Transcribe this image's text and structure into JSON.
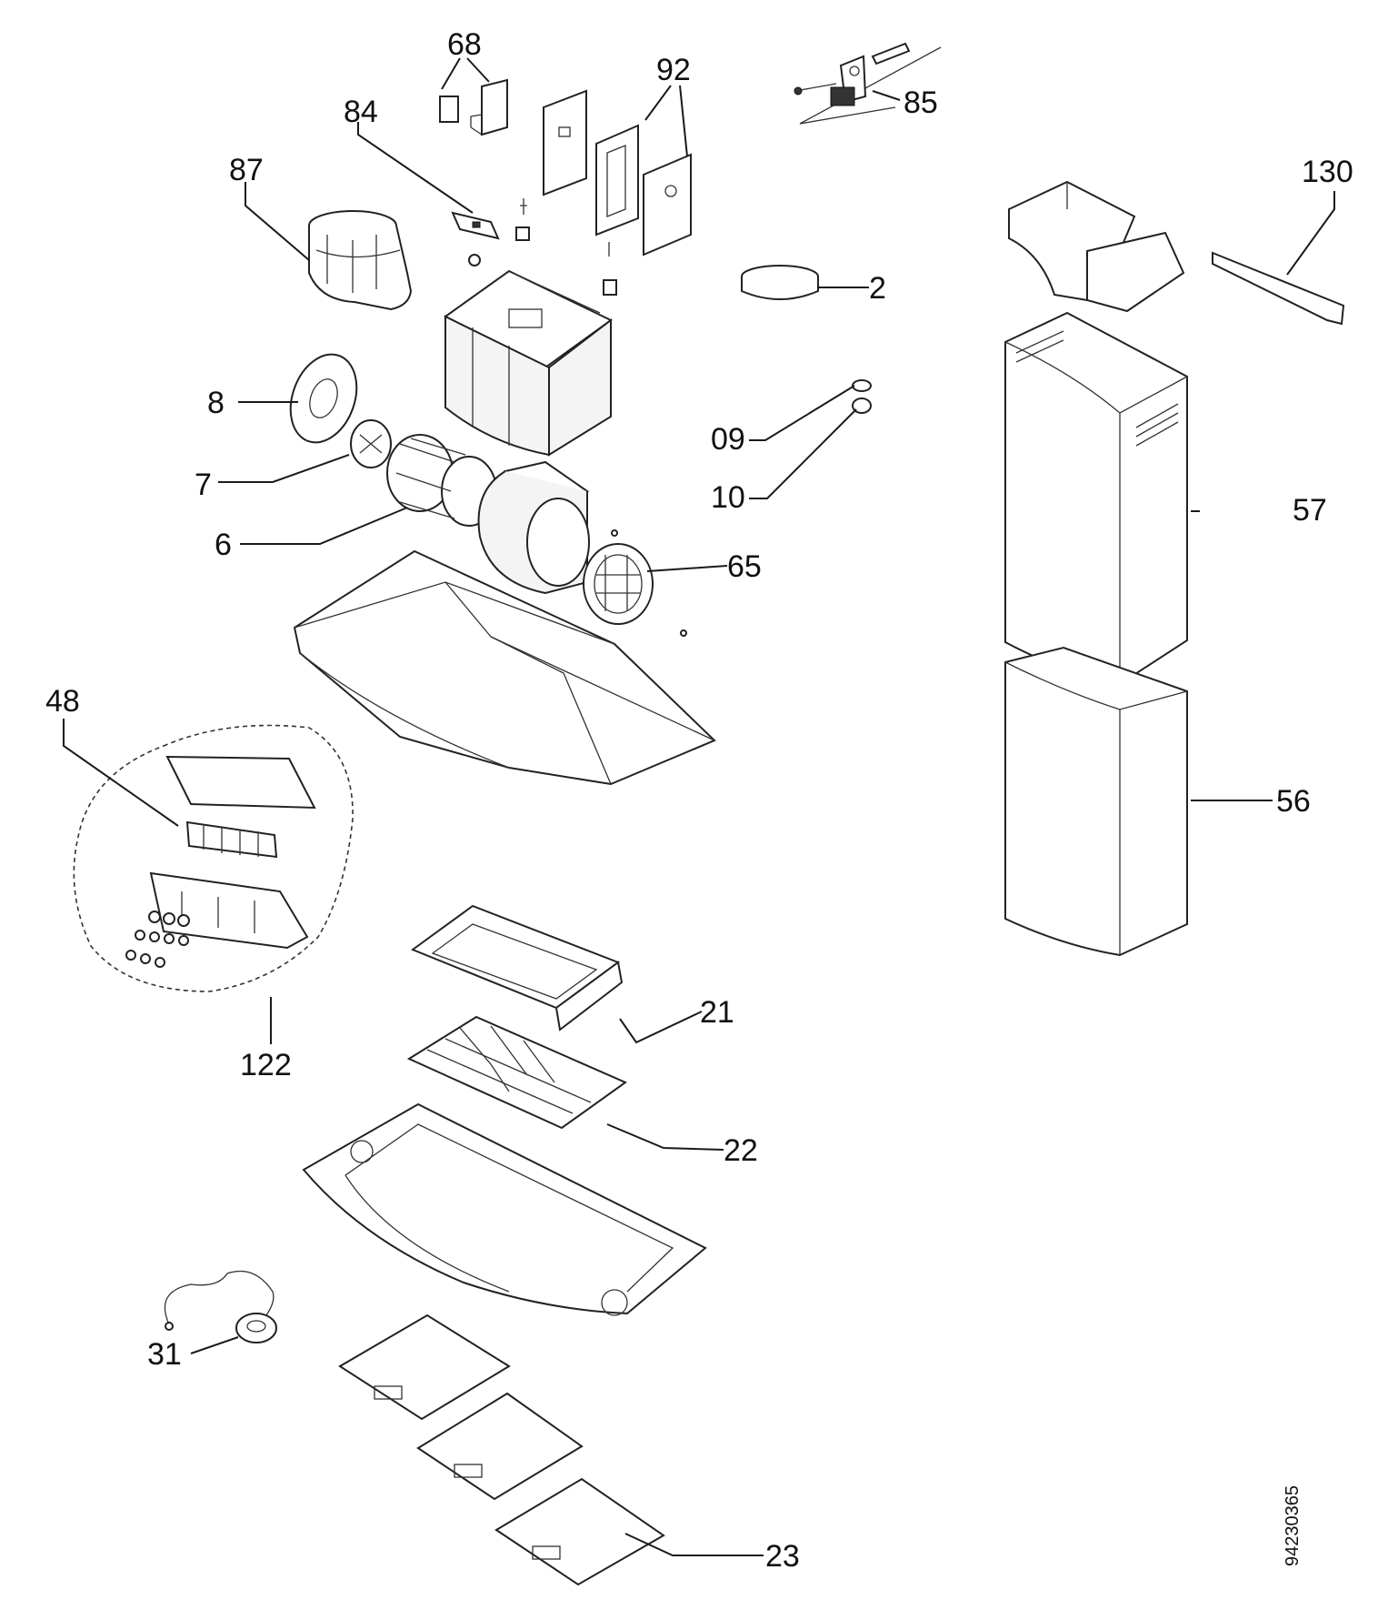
{
  "callouts": {
    "c68": "68",
    "c92": "92",
    "c85": "85",
    "c84": "84",
    "c87": "87",
    "c130": "130",
    "c2": "2",
    "c8": "8",
    "c09": "09",
    "c10": "10",
    "c7": "7",
    "c57": "57",
    "c6": "6",
    "c65": "65",
    "c48": "48",
    "c56": "56",
    "c21": "21",
    "c122": "122",
    "c22": "22",
    "c31": "31",
    "c23": "23"
  },
  "reference": "94230365"
}
